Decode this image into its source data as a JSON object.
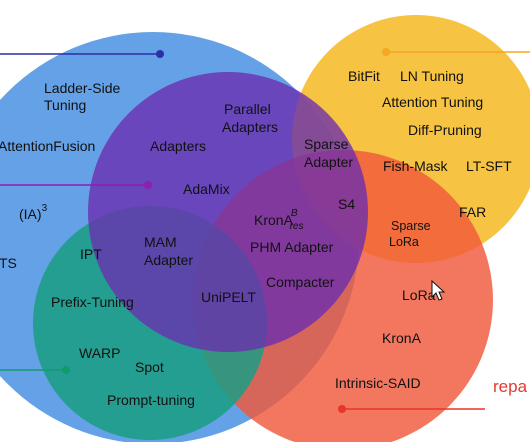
{
  "circle_colors": {
    "additive": "#4a90e2",
    "selective": "#f5b921",
    "reparametrized": "#f0593a",
    "prompt": "#1a9e82",
    "adapter": "#6a2db0"
  },
  "labels": {
    "ladder_side_line1": "Ladder-Side",
    "ladder_side_line2": "Tuning",
    "attention_fusion": "AttentionFusion",
    "ia3": "(IA)",
    "ia3_sup": "3",
    "ts": "TS",
    "parallel_line1": "Parallel",
    "parallel_line2": "Adapters",
    "adapters": "Adapters",
    "adamix": "AdaMix",
    "sparse_adapter_line1": "Sparse",
    "sparse_adapter_line2": "Adapter",
    "bitfit": "BitFit",
    "ln_tuning": "LN Tuning",
    "attention_tuning": "Attention Tuning",
    "diff_pruning": "Diff-Pruning",
    "fish_mask": "Fish-Mask",
    "lt_sft": "LT-SFT",
    "far": "FAR",
    "s4": "S4",
    "sparse_lora_line1": "Sparse",
    "sparse_lora_line2": "LoRa",
    "krona_res": "KronA",
    "krona_res_sup": "B",
    "krona_res_sub": "res",
    "phm_adapter": "PHM Adapter",
    "compacter": "Compacter",
    "mam_line1": "MAM",
    "mam_line2": "Adapter",
    "ipt": "IPT",
    "prefix_tuning": "Prefix-Tuning",
    "unipelt": "UniPELT",
    "warp": "WARP",
    "spot": "Spot",
    "prompt_tuning": "Prompt-tuning",
    "lora": "LoRa",
    "krona": "KronA",
    "intrinsic_said": "Intrinsic-SAID",
    "repa": "repa"
  },
  "icons": {
    "cursor": "mouse-pointer-icon"
  }
}
